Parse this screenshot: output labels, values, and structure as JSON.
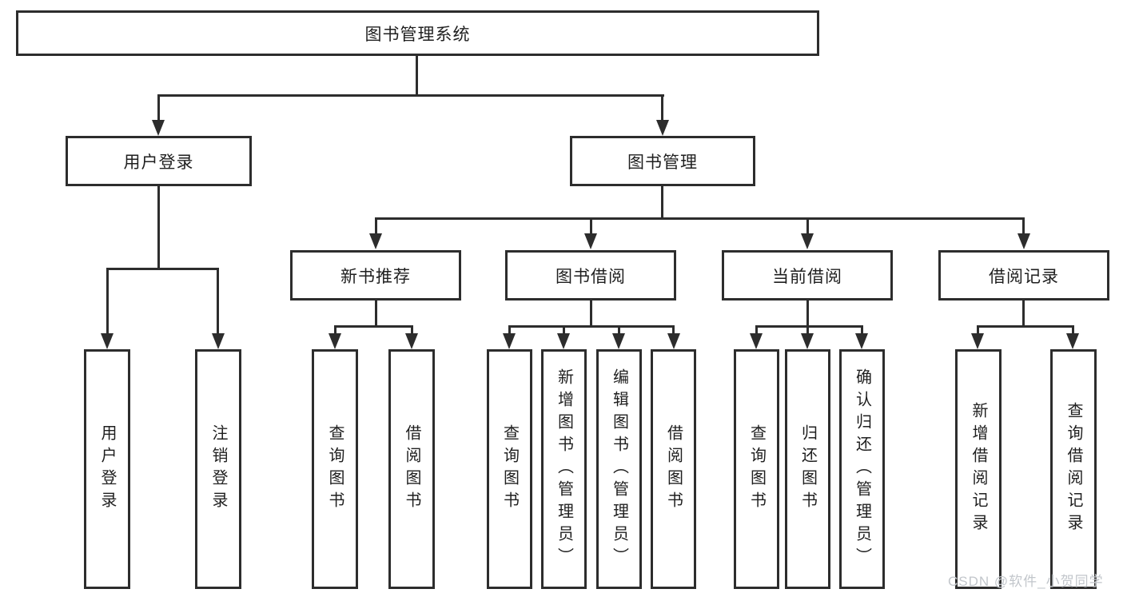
{
  "tree": {
    "label": "图书管理系统",
    "children": [
      {
        "label": "用户登录",
        "children": [
          {
            "label": "用户登录"
          },
          {
            "label": "注销登录"
          }
        ]
      },
      {
        "label": "图书管理",
        "children": [
          {
            "label": "新书推荐",
            "children": [
              {
                "label": "查询图书"
              },
              {
                "label": "借阅图书"
              }
            ]
          },
          {
            "label": "图书借阅",
            "children": [
              {
                "label": "查询图书"
              },
              {
                "label": "新增图书（管理员）"
              },
              {
                "label": "编辑图书（管理员）"
              },
              {
                "label": "借阅图书"
              }
            ]
          },
          {
            "label": "当前借阅",
            "children": [
              {
                "label": "查询图书"
              },
              {
                "label": "归还图书"
              },
              {
                "label": "确认归还（管理员）"
              }
            ]
          },
          {
            "label": "借阅记录",
            "children": [
              {
                "label": "新增借阅记录"
              },
              {
                "label": "查询借阅记录"
              }
            ]
          }
        ]
      }
    ]
  },
  "watermark": {
    "text": "CSDN @软件_小贺同学"
  },
  "colors": {
    "line": "#2d2d2d",
    "box_background": "#ffffff",
    "text": "#1f1f1f",
    "watermark": "#c2c6cb",
    "page_background": "#ffffff"
  }
}
